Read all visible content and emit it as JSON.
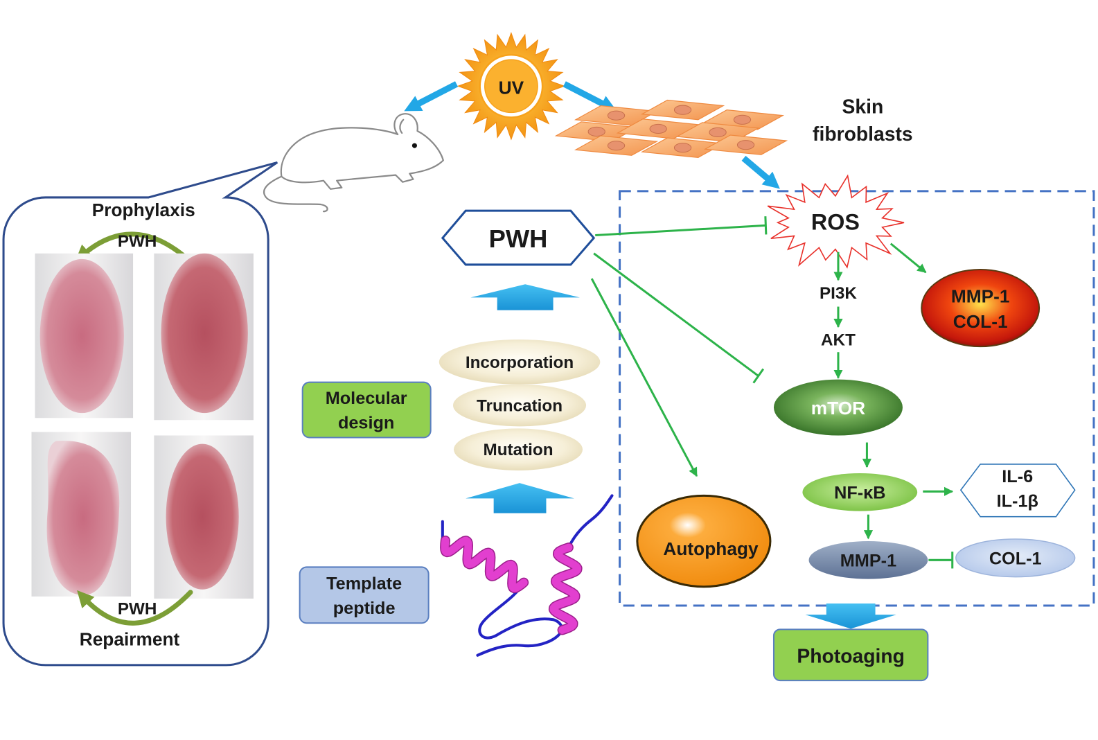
{
  "sun": {
    "label": "UV"
  },
  "fibroblasts": {
    "label_lines": [
      "Skin",
      "fibroblasts"
    ]
  },
  "callout": {
    "top_label": "Prophylaxis",
    "top_arrow_label": "PWH",
    "bottom_arrow_label": "PWH",
    "bottom_label": "Repairment"
  },
  "peptide": {
    "label": "PWH"
  },
  "design_steps": [
    "Incorporation",
    "Truncation",
    "Mutation"
  ],
  "molecular_design": {
    "label_lines": [
      "Molecular",
      "design"
    ]
  },
  "template_peptide": {
    "label_lines": [
      "Template",
      "peptide"
    ]
  },
  "pathway": {
    "ros": "ROS",
    "pi3k": "PI3K",
    "akt": "AKT",
    "mtor": "mTOR",
    "mmp_col": [
      "MMP-1",
      "COL-1"
    ],
    "nfkb": "NF-κB",
    "interleukins": [
      "IL-6",
      "IL-1β"
    ],
    "mmp1": "MMP-1",
    "col1": "COL-1",
    "autophagy": "Autophagy",
    "outcome": "Photoaging"
  },
  "colors": {
    "arrow_green": "#2db34a",
    "arrow_blue": "#22a7e6",
    "box_green": "#92d050",
    "box_blue": "#b4c7e7",
    "dashed_border": "#4472c4",
    "hex_border": "#1f4e9a"
  }
}
